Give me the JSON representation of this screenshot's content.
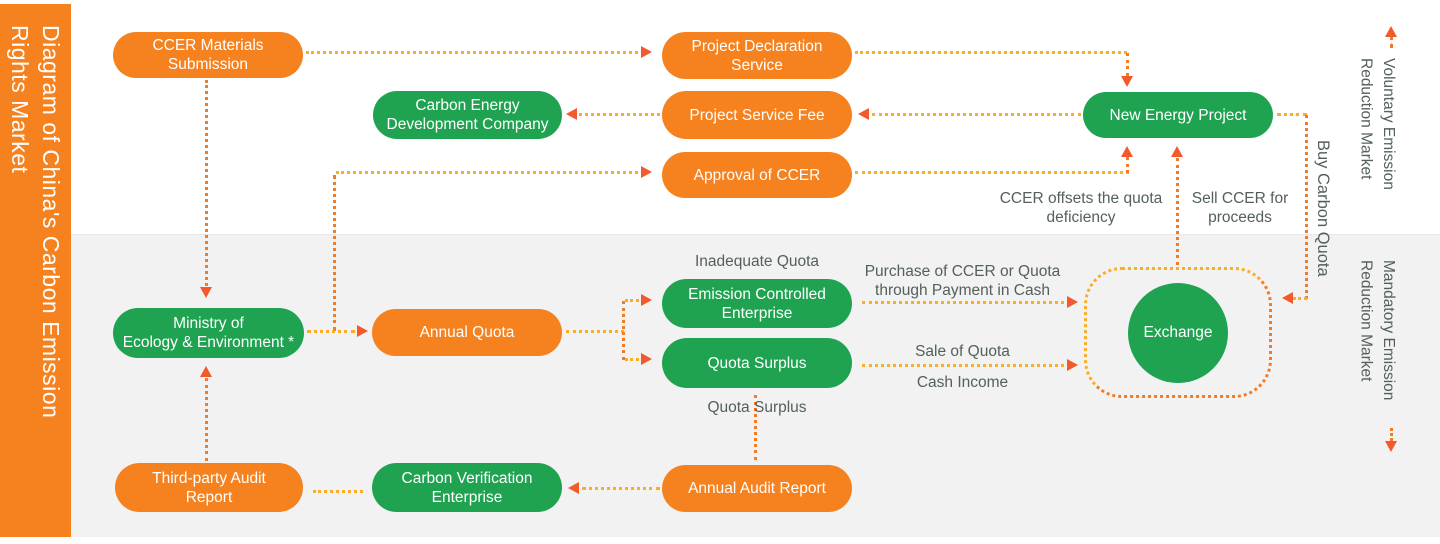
{
  "sidebar": {
    "title": "Diagram of China's Carbon Emission\nRights Market"
  },
  "markets": {
    "voluntary": "Voluntary Emission\nReduction Market",
    "mandatory": "Mandatory Emission\nReduction Market"
  },
  "nodes": {
    "ccer_materials_submission": "CCER Materials\nSubmission",
    "project_declaration_service": "Project Declaration\nService",
    "carbon_energy_development_company": "Carbon Energy\nDevelopment Company",
    "project_service_fee": "Project Service Fee",
    "approval_of_ccer": "Approval of CCER",
    "new_energy_project": "New Energy Project",
    "ministry_of_ecology_environment": "Ministry of\nEcology & Environment *",
    "annual_quota": "Annual Quota",
    "emission_controlled_enterprise": "Emission Controlled\nEnterprise",
    "quota_surplus": "Quota Surplus",
    "exchange": "Exchange",
    "third_party_audit_report": "Third-party Audit\nReport",
    "carbon_verification_enterprise": "Carbon Verification\nEnterprise",
    "annual_audit_report": "Annual Audit Report"
  },
  "edge_labels": {
    "inadequate_quota": "Inadequate Quota",
    "quota_surplus": "Quota Surplus",
    "ccer_offsets": "CCER offsets the quota\ndeficiency",
    "sell_ccer": "Sell CCER for\nproceeds",
    "buy_carbon_quota": "Buy Carbon Quota",
    "purchase_of_ccer": "Purchase of CCER or Quota\nthrough Payment in Cash",
    "sale_of_quota": "Sale of Quota",
    "cash_income": "Cash Income"
  },
  "colors": {
    "orange": "#F5821F",
    "green": "#1FA351",
    "arrow": "#F2592B",
    "line-y": "#FBAD26",
    "line-o": "#F37B24",
    "bg-gray": "#F2F2F3",
    "txt-gray": "#53605B"
  }
}
